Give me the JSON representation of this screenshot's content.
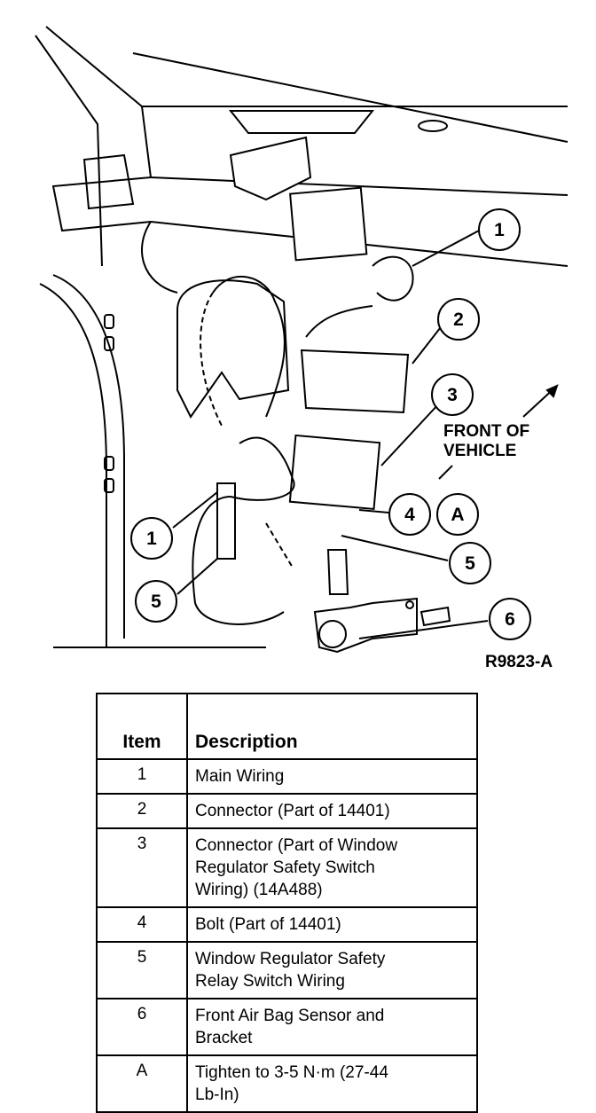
{
  "diagram": {
    "callouts": {
      "c1_top": "1",
      "c2": "2",
      "c3": "3",
      "c1_left": "1",
      "c4": "4",
      "cA": "A",
      "c5_right": "5",
      "c5_left": "5",
      "c6": "6"
    },
    "front_label_line1": "FRONT OF",
    "front_label_line2": "VEHICLE",
    "figure_id": "R9823-A"
  },
  "table": {
    "header_item": "Item",
    "header_description": "Description",
    "rows": [
      {
        "item": "1",
        "description": [
          "Main Wiring"
        ]
      },
      {
        "item": "2",
        "description": [
          "Connector (Part of 14401)"
        ]
      },
      {
        "item": "3",
        "description": [
          "Connector (Part of Window",
          "Regulator Safety Switch",
          "Wiring) (14A488)"
        ]
      },
      {
        "item": "4",
        "description": [
          "Bolt (Part of 14401)"
        ]
      },
      {
        "item": "5",
        "description": [
          "Window Regulator Safety",
          "Relay Switch Wiring"
        ]
      },
      {
        "item": "6",
        "description": [
          "Front Air Bag Sensor and",
          "Bracket"
        ]
      },
      {
        "item": "A",
        "description": [
          "Tighten to 3-5 N·m (27-44",
          "Lb-In)"
        ]
      }
    ]
  }
}
